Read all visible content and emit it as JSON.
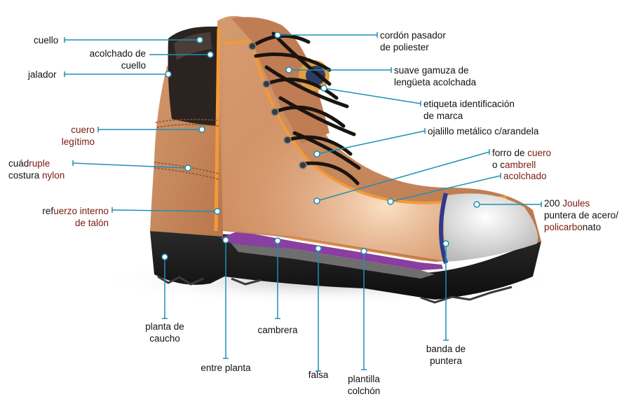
{
  "colors": {
    "leather": "#c8865a",
    "leather_light": "#e6b58c",
    "collar": "#2b2320",
    "lining_orange": "#f29a3a",
    "sole_black": "#1a1a1a",
    "midsole_purple": "#8a3fa0",
    "toe_cap": "#dcdcdc",
    "leader_line": "#1f8fb3",
    "label_text": "#111111",
    "label_highlight": "#7a1a12"
  },
  "labels": {
    "cuello": "cuello",
    "acolchado_cuello_1": "acolchado de",
    "acolchado_cuello_2": "cuello",
    "jalador": "jalador",
    "cuero_legitimo_1": "cuero",
    "cuero_legitimo_2": "legítimo",
    "cuadruple_1a": "cuád",
    "cuadruple_1b": "ruple",
    "cuadruple_2a": "costura ",
    "cuadruple_2b": "nylon",
    "refuerzo_1a": "ref",
    "refuerzo_1b": "uerzo interno",
    "refuerzo_2a": "de ",
    "refuerzo_2b": "talón",
    "cordon_1": "cordón pasador",
    "cordon_2": "de poliester",
    "gamuza_1": "suave gamuza de",
    "gamuza_2": "lengüeta acolchada",
    "etiqueta_1": "etiqueta identificación",
    "etiqueta_2": "de marca",
    "ojalillo": "ojalillo metálico c/arandela",
    "forro_1a": "forro de ",
    "forro_1b": "cuero",
    "forro_2a": "o c",
    "forro_2b": "ambrell",
    "acolchado": "acolchado",
    "joules_1a": "200 ",
    "joules_1b": "Joules",
    "joules_2": "puntera de acero/",
    "joules_3a": "policarbo",
    "joules_3b": "nato",
    "planta_1": "planta de",
    "planta_2": "caucho",
    "cambrera": "cambrera",
    "entre_planta": "entre planta",
    "falsa": "falsa",
    "plantilla_1": "plantilla",
    "plantilla_2": "colchón",
    "banda_1": "banda de",
    "banda_2": "puntera"
  }
}
